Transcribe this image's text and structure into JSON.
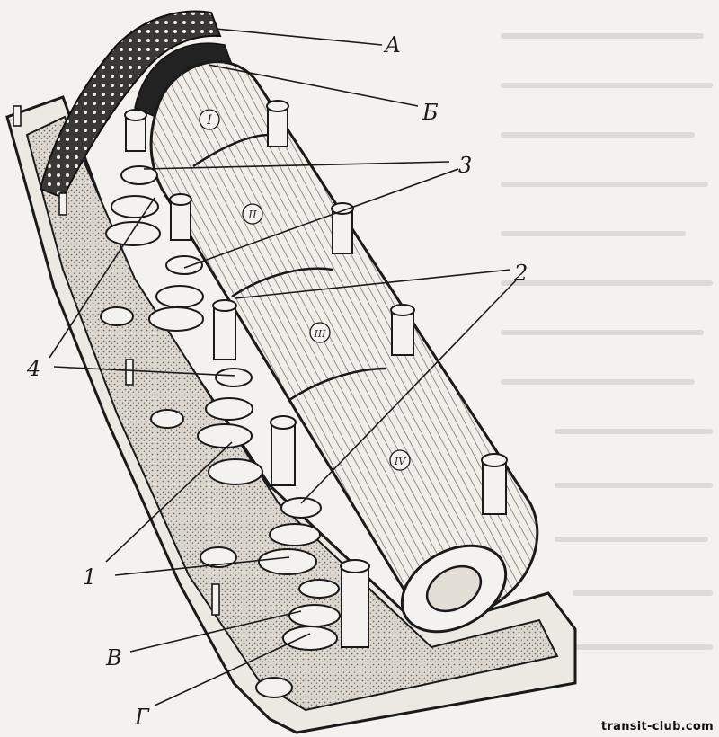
{
  "labels": {
    "A": "А",
    "B": "Б",
    "V": "В",
    "G": "Г",
    "n1": "1",
    "n2": "2",
    "n3": "3",
    "n4": "4"
  },
  "journals": [
    "I",
    "II",
    "III",
    "IV"
  ],
  "watermark": "transit-club.com",
  "colors": {
    "ink": "#1a1a1a",
    "paper": "#f4f2ee",
    "shade": "#cfcac2"
  }
}
